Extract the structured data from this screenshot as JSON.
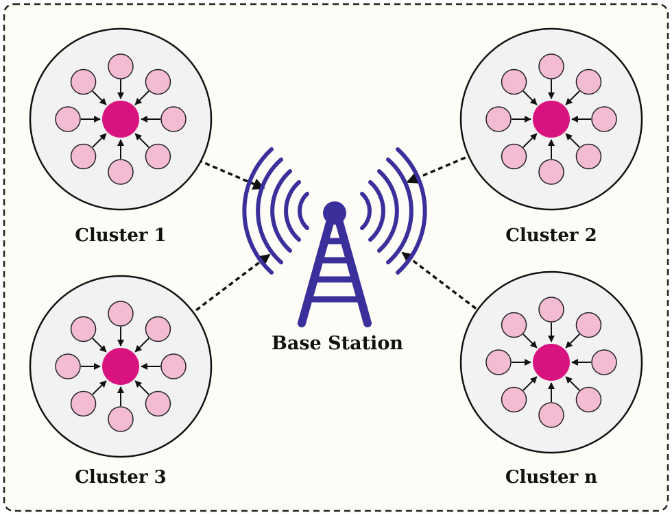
{
  "base_station": {
    "label": "Base Station"
  },
  "clusters": [
    {
      "label": "Cluster 1"
    },
    {
      "label": "Cluster 2"
    },
    {
      "label": "Cluster 3"
    },
    {
      "label": "Cluster n"
    }
  ],
  "colors": {
    "background": "#fdfcf6",
    "frame": "#222222",
    "cluster_fill": "#f2f2f2",
    "cluster_stroke": "#111111",
    "member_node": "#f4bcd3",
    "cluster_head": "#d8127f",
    "tower": "#3b2f9c",
    "arrows": "#111111"
  }
}
